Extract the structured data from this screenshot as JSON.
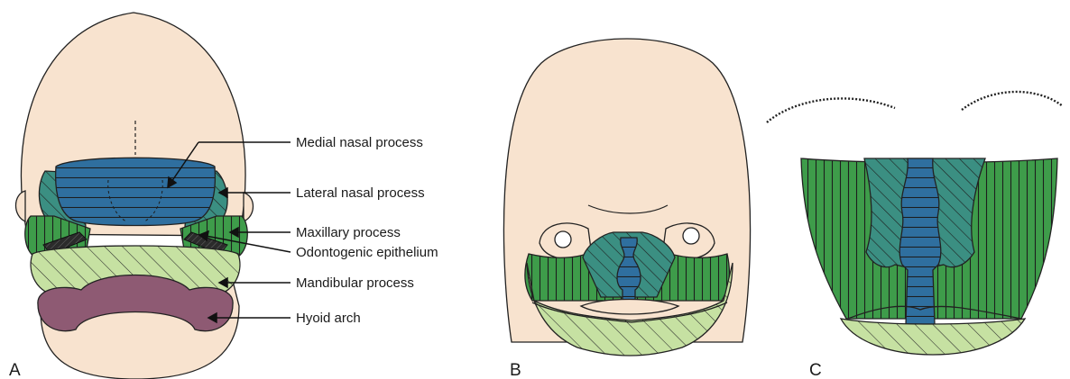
{
  "panels": [
    "A",
    "B",
    "C"
  ],
  "labels": {
    "medial_nasal": "Medial nasal process",
    "lateral_nasal": "Lateral nasal process",
    "maxillary": "Maxillary process",
    "odontogenic": "Odontogenic epithelium",
    "mandibular": "Mandibular process",
    "hyoid": "Hyoid arch"
  },
  "colors": {
    "skin": "#f8e3cf",
    "medial_nasal": "#2f6f9f",
    "lateral_nasal": "#3b8f82",
    "maxillary": "#3e9c4a",
    "mandibular": "#c6e1a2",
    "hyoid": "#8e5a73",
    "odontogenic": "#2b2b2b"
  }
}
